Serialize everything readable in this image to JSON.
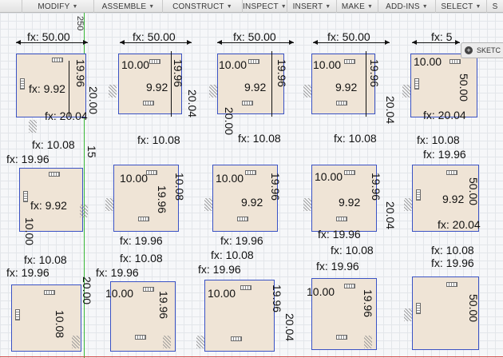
{
  "toolbar": {
    "items": [
      {
        "label": "MODIFY"
      },
      {
        "label": "ASSEMBLE"
      },
      {
        "label": "CONSTRUCT"
      },
      {
        "label": "INSPECT"
      },
      {
        "label": "INSERT"
      },
      {
        "label": "MAKE"
      },
      {
        "label": "ADD-INS"
      },
      {
        "label": "SELECT"
      },
      {
        "label": "S"
      }
    ]
  },
  "canvas": {
    "axis_label": "250",
    "sketch_button": {
      "label": "SKETC"
    },
    "dims": {
      "fx50": "fx: 50.00",
      "fx50_clip": "fx: 5",
      "fx1008": "fx: 10.08",
      "fx992": "fx: 9.92",
      "fx1996": "fx: 19.96",
      "v1000": "10.00",
      "v992": "9.92",
      "v1996": "19.96",
      "v2004": "20.04",
      "v5000": "50.00",
      "v1008": "10.08",
      "v2000": "20.00",
      "fx2004": "fx: 20.04",
      "v15": "15",
      "fx992b": "fx: 9.92",
      "v1000_left": "10.00"
    }
  }
}
